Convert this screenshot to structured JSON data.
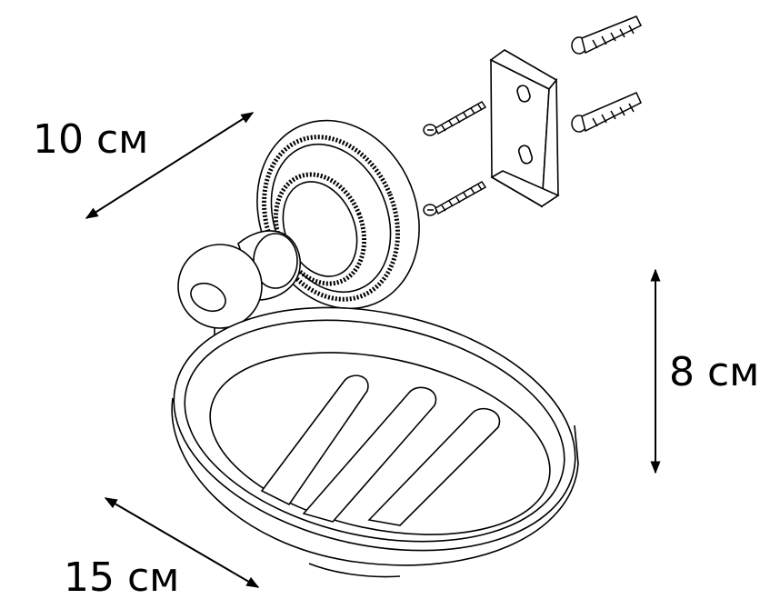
{
  "dimensions": {
    "depth": "10 см",
    "height": "8 см",
    "width": "15 см"
  },
  "colors": {
    "line": "#000000",
    "background": "#ffffff"
  }
}
